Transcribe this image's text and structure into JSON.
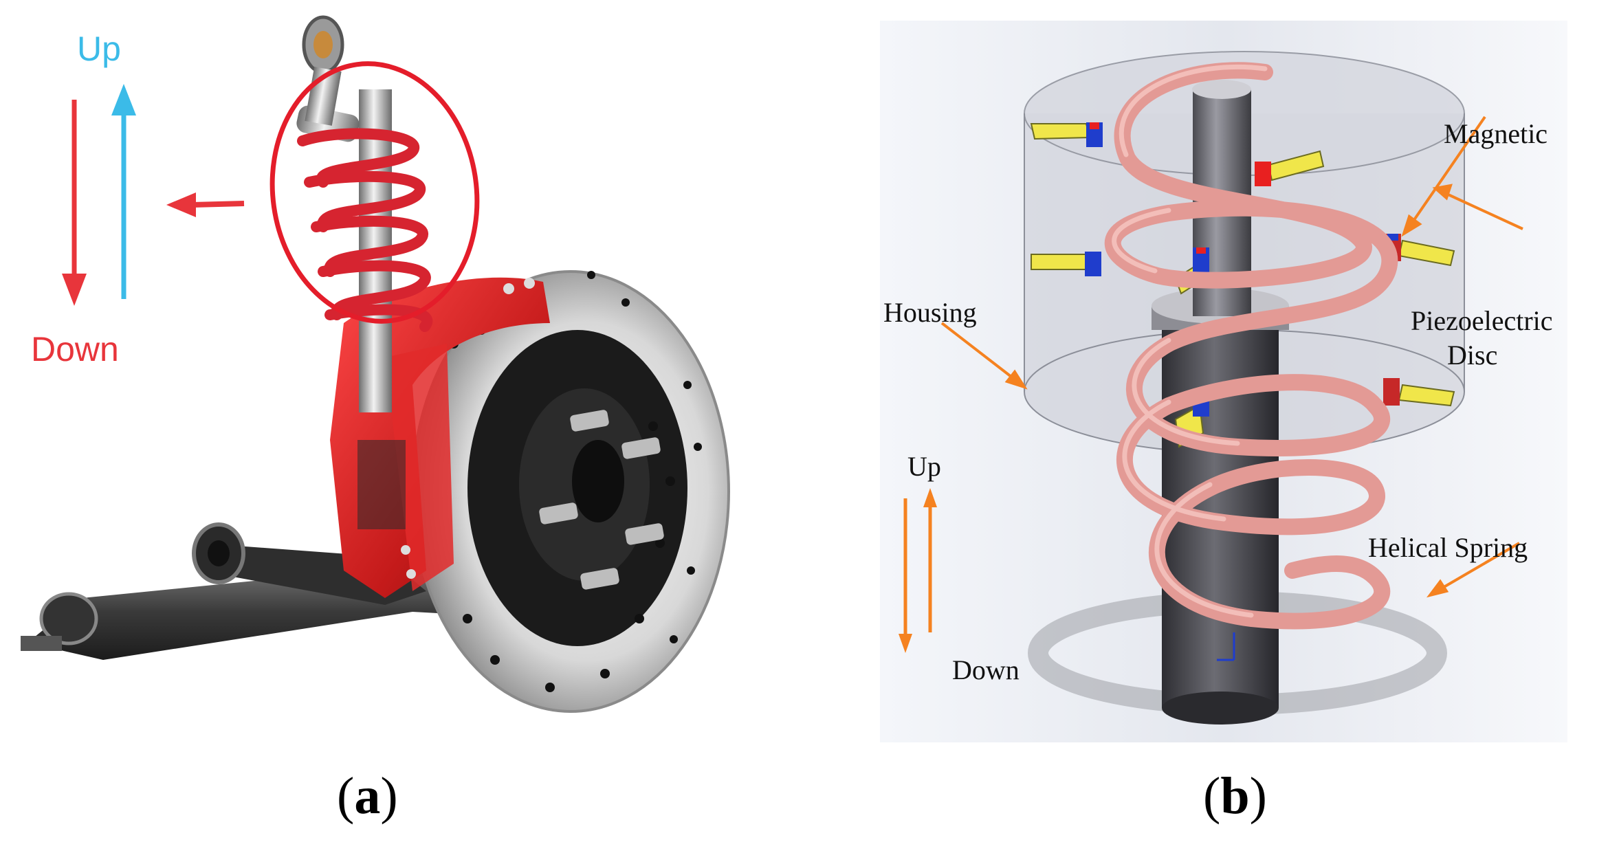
{
  "panel_a": {
    "up_label": "Up",
    "down_label": "Down",
    "up_color": "#3bbbe8",
    "down_color": "#e8353b",
    "highlight_color": "#e41d2a",
    "caption_open": "(",
    "caption_letter": "a",
    "caption_close": ")"
  },
  "panel_b": {
    "labels": {
      "magnetic": "Magnetic",
      "piezo_line1": "Piezoelectric",
      "piezo_line2": "Disc",
      "housing": "Housing",
      "helical_spring": "Helical Spring",
      "up": "Up",
      "down": "Down"
    },
    "arrow_color": "#f58220",
    "spring_color": "#e39a95",
    "caption_open": "(",
    "caption_letter": "b",
    "caption_close": ")"
  }
}
